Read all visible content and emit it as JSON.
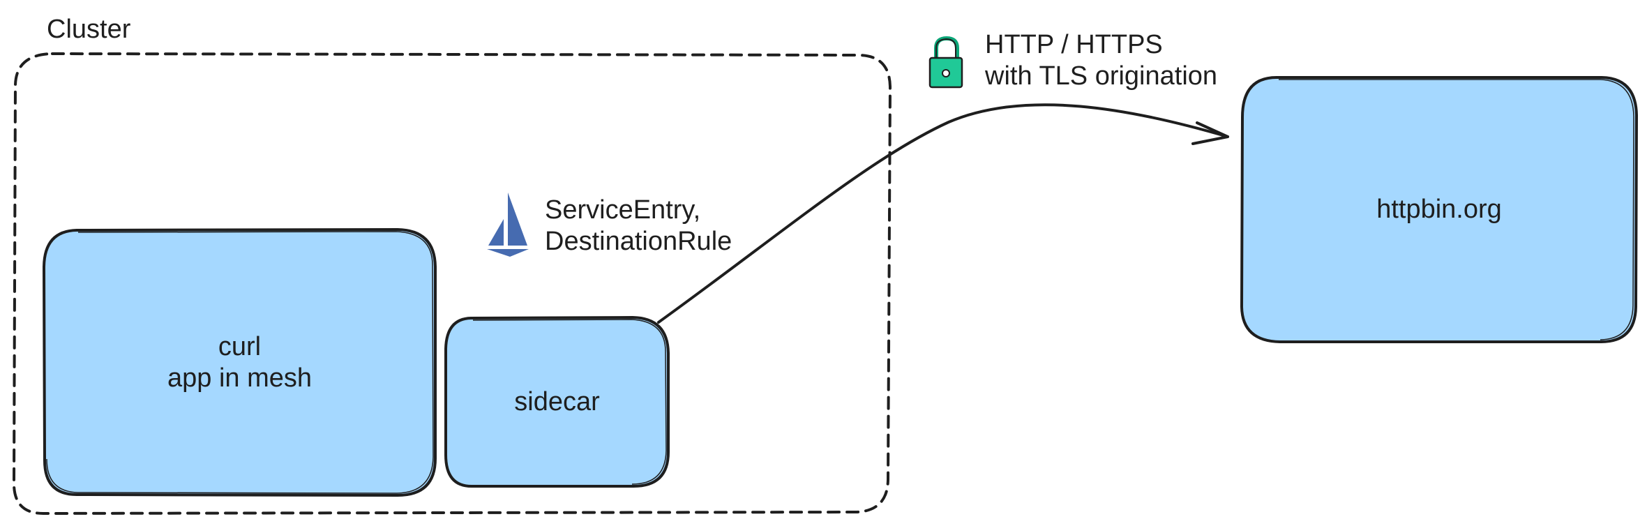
{
  "cluster": {
    "label": "Cluster"
  },
  "nodes": {
    "curl": {
      "line1": "curl",
      "line2": "app in mesh"
    },
    "sidecar": {
      "label": "sidecar"
    },
    "httpbin": {
      "label": "httpbin.org"
    }
  },
  "istio_config": {
    "line1": "ServiceEntry,",
    "line2": "DestinationRule",
    "icon": "istio-sail-icon"
  },
  "connection": {
    "line1": "HTTP / HTTPS",
    "line2": "with TLS origination",
    "icon": "padlock-icon"
  },
  "colors": {
    "box_fill": "#a5d8ff",
    "stroke": "#1e1e1e",
    "istio_blue": "#466bb0",
    "lock_green": "#20c997"
  }
}
